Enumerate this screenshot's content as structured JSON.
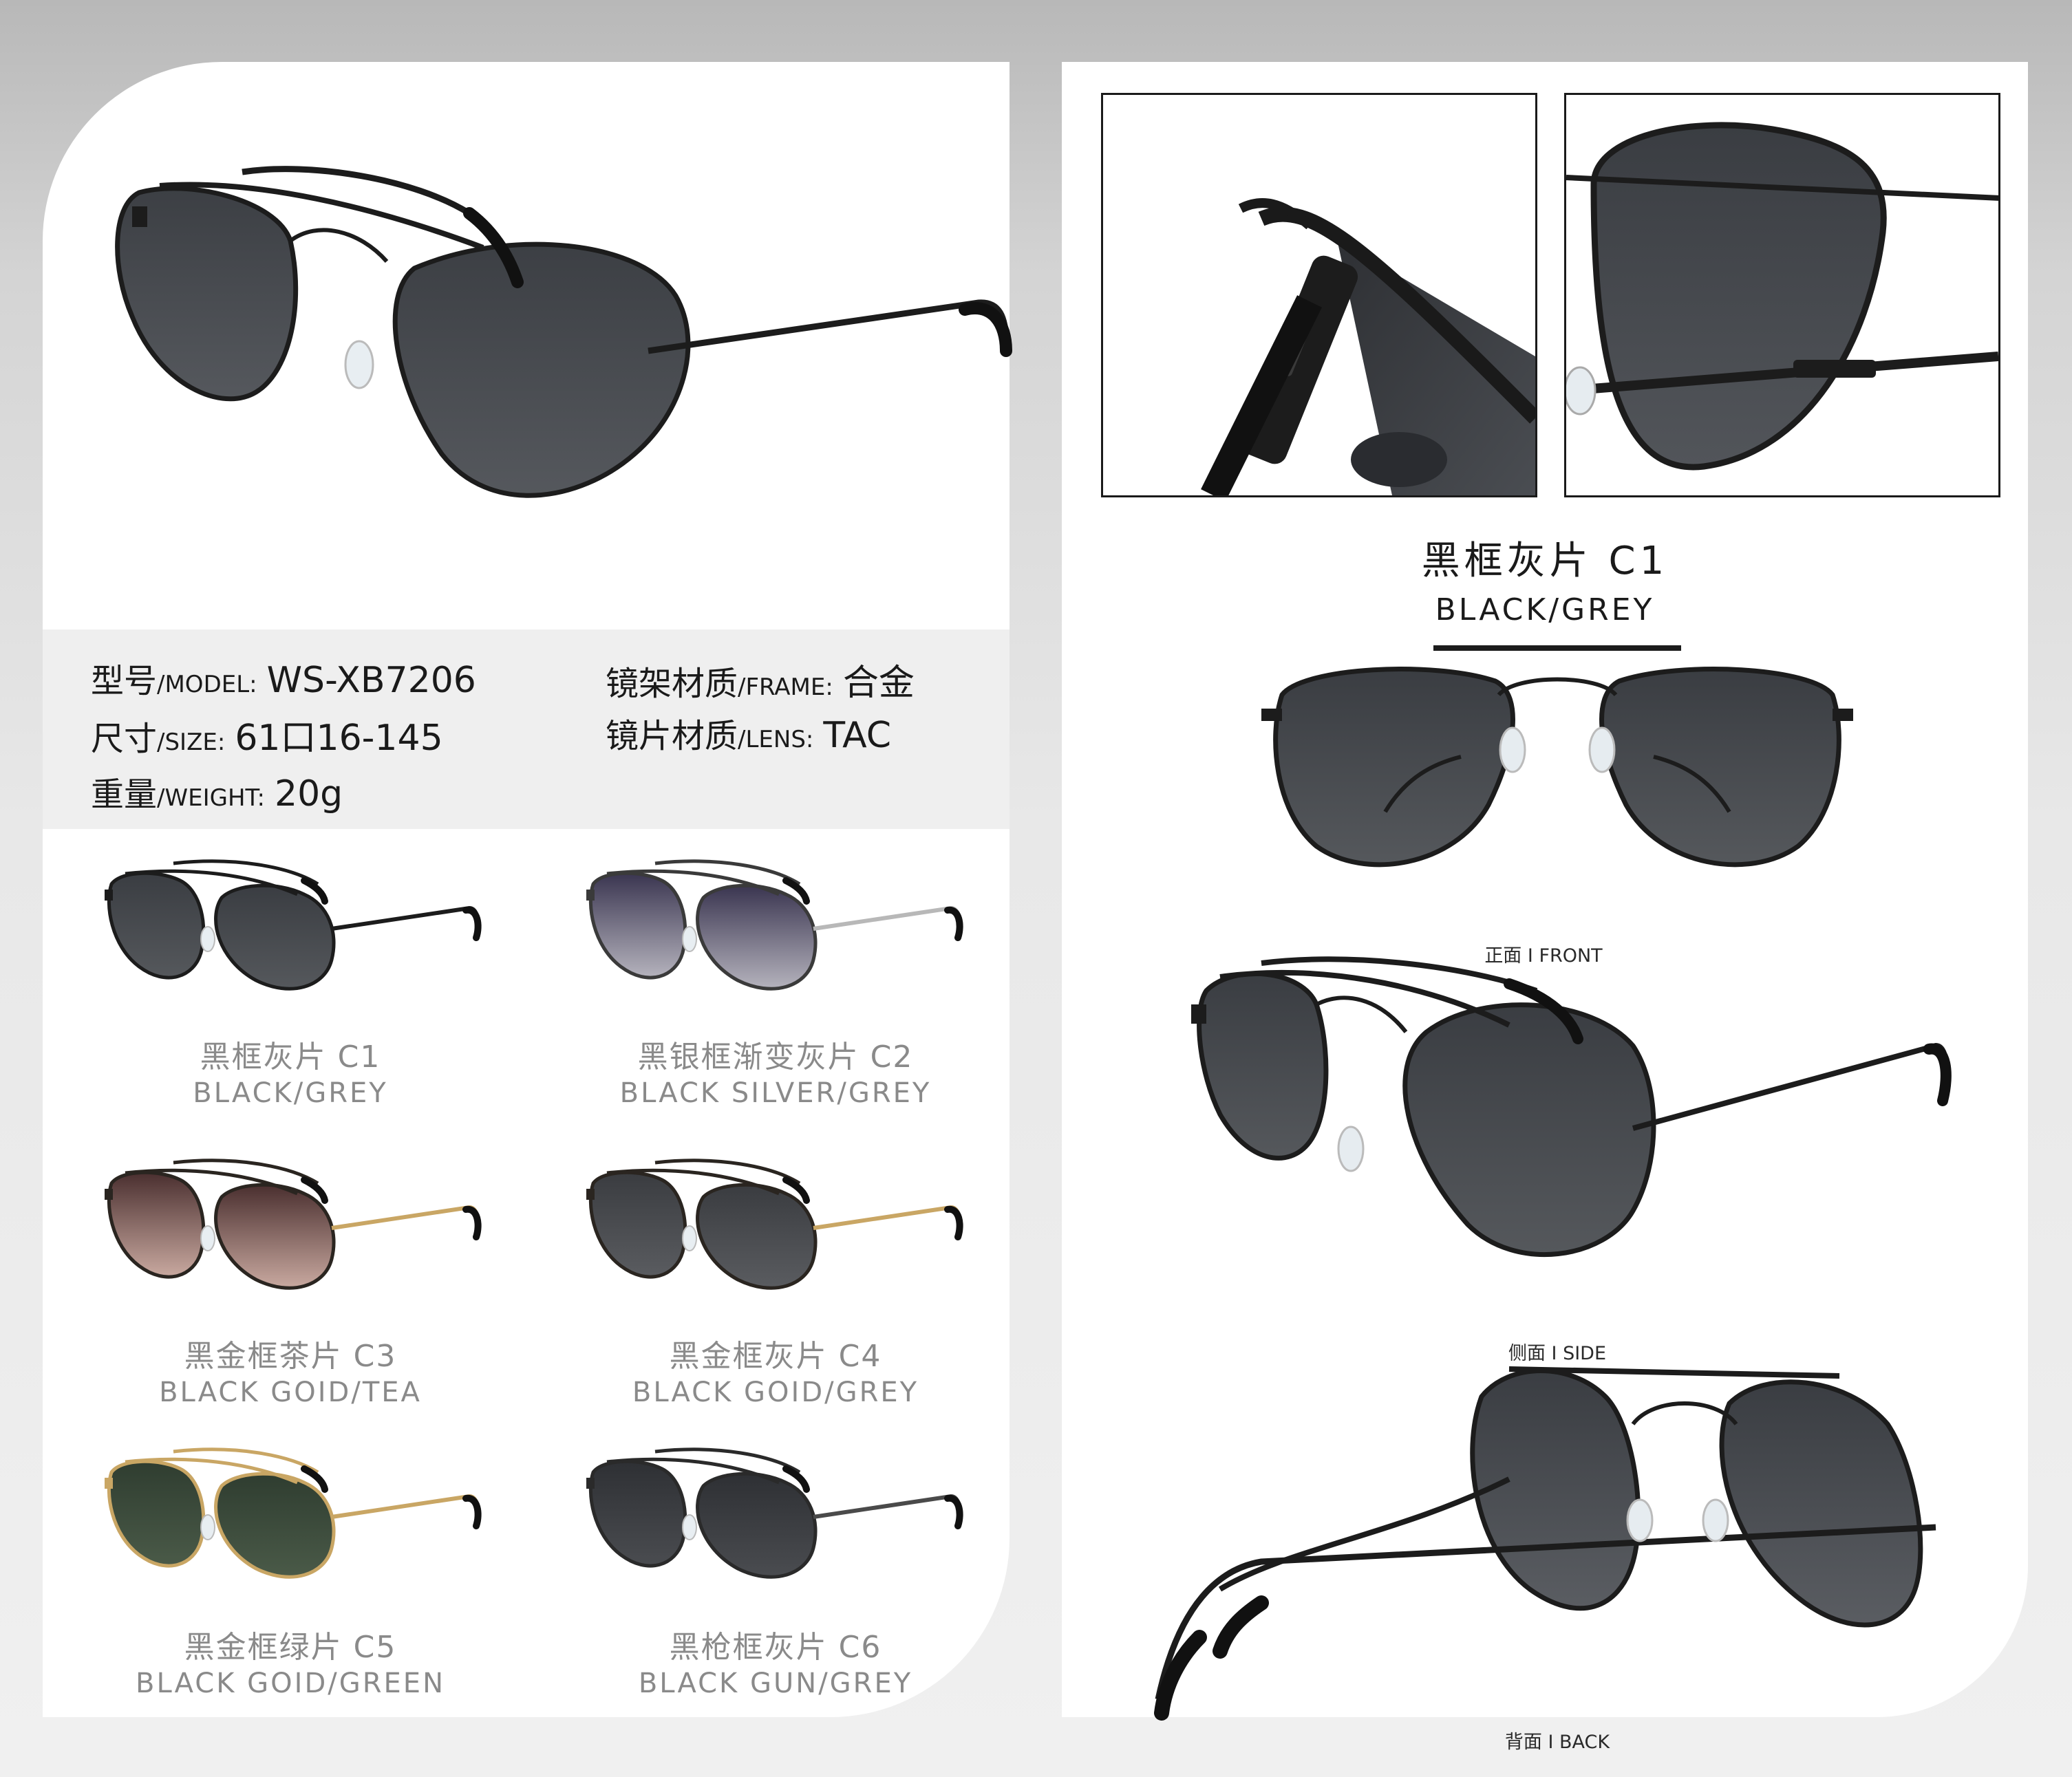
{
  "product": {
    "model_label_zh": "型号",
    "model_label_en": "/MODEL:",
    "model_value": "WS-XB7206",
    "size_label_zh": "尺寸",
    "size_label_en": "/SIZE:",
    "size_value": "61口16-145",
    "weight_label_zh": "重量",
    "weight_label_en": "/WEIGHT:",
    "weight_value": "20g",
    "frame_label_zh": "镜架材质",
    "frame_label_en": "/FRAME:",
    "frame_value": "合金",
    "lens_label_zh": "镜片材质",
    "lens_label_en": "/LENS:",
    "lens_value": "TAC"
  },
  "variants": [
    {
      "zh": "黑框灰片 C1",
      "en": "BLACK/GREY",
      "frame": "#1c1c1c",
      "temple": "#1c1c1c",
      "lens_top": "#3a3d42",
      "lens_bottom": "#55585c"
    },
    {
      "zh": "黑银框渐变灰片 C2",
      "en": "BLACK SILVER/GREY",
      "frame": "#3a3a3a",
      "temple": "#b8b8b8",
      "lens_top": "#3a3550",
      "lens_bottom": "#b5b3bd"
    },
    {
      "zh": "黑金框茶片 C3",
      "en": "BLACK GOID/TEA",
      "frame": "#2a2520",
      "temple": "#c9a664",
      "lens_top": "#4a2f2f",
      "lens_bottom": "#c9a9a0"
    },
    {
      "zh": "黑金框灰片 C4",
      "en": "BLACK GOID/GREY",
      "frame": "#2a2520",
      "temple": "#c9a664",
      "lens_top": "#3a3c40",
      "lens_bottom": "#5a5c60"
    },
    {
      "zh": "黑金框绿片 C5",
      "en": "BLACK GOID/GREEN",
      "frame": "#c9a664",
      "temple": "#c9a664",
      "lens_top": "#2f3d30",
      "lens_bottom": "#4a5a48"
    },
    {
      "zh": "黑枪框灰片 C6",
      "en": "BLACK GUN/GREY",
      "frame": "#2a2a2a",
      "temple": "#4a4a4a",
      "lens_top": "#2e3034",
      "lens_bottom": "#4a4c50"
    }
  ],
  "hero": {
    "zh": "黑框灰片 C1",
    "en": "BLACK/GREY"
  },
  "views": {
    "front": "正面 I FRONT",
    "side": "侧面 I SIDE",
    "back": "背面 I BACK"
  },
  "colors": {
    "lens_dark": "#3a3d42",
    "frame_black": "#1c1c1c"
  }
}
